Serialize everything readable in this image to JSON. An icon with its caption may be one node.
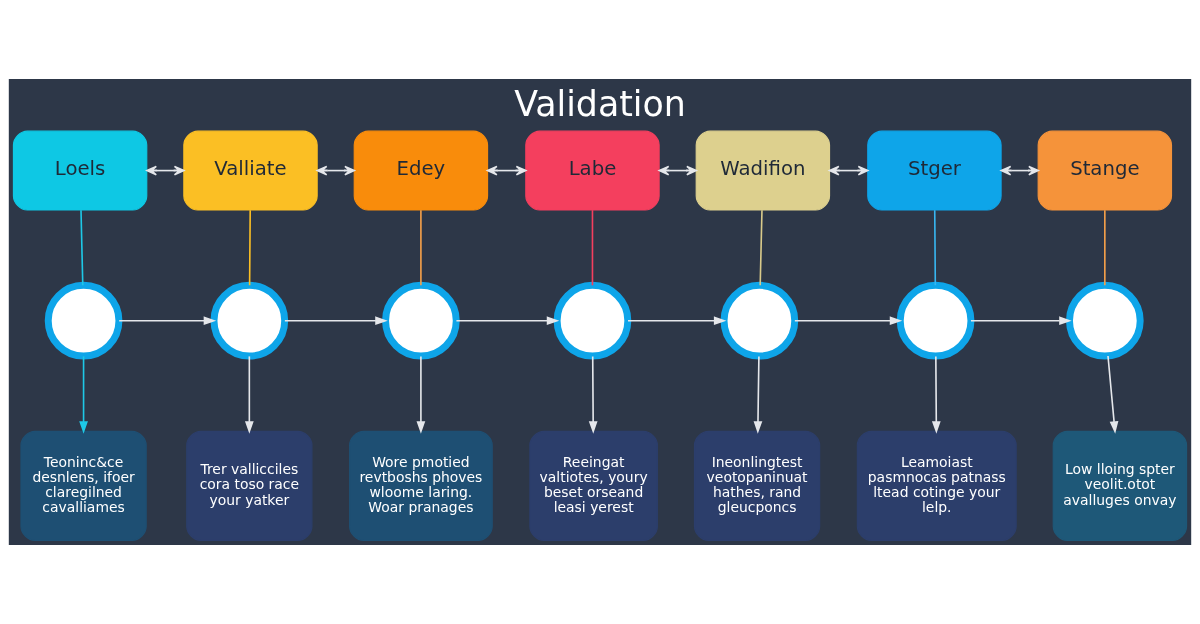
{
  "diagram": {
    "title": "Validation",
    "nodes": [
      {
        "text": [
          "Loels"
        ]
      },
      {
        "text": [
          "Valliate"
        ]
      },
      {
        "text": [
          "Edey"
        ]
      },
      {
        "text": [
          "Labe"
        ]
      },
      {
        "text": [
          "Wadifion"
        ]
      },
      {
        "text": [
          "Stger"
        ]
      },
      {
        "text": [
          "Stange"
        ]
      },
      {
        "text": [],
        "shape": "circle"
      },
      {
        "text": [],
        "shape": "circle"
      },
      {
        "text": [],
        "shape": "circle"
      },
      {
        "text": [],
        "shape": "circle"
      },
      {
        "text": [],
        "shape": "circle"
      },
      {
        "text": [],
        "shape": "circle"
      },
      {
        "text": [],
        "shape": "circle"
      },
      {
        "text": [
          "Teoninc&ce desnlens, ifoer claregilned cavalliames"
        ]
      },
      {
        "text": [
          "Trer vallicciles cora toso race your yatker"
        ]
      },
      {
        "text": [
          "Wore pmotied revtboshs phoves wloome laring. Woar pranages"
        ]
      },
      {
        "text": [
          "Reeingat valtiotes, youry beset orseand leasi yerest"
        ]
      },
      {
        "text": [
          "Ineonlingtest veotopaninuat hathes, rand gleucponcs"
        ]
      },
      {
        "text": [
          "Leamoiast pasmnocas patnass ltead cotinge your lelp."
        ]
      },
      {
        "text": [
          "Low lloing spter veolit.otot avalluges onvay"
        ]
      }
    ],
    "edges": [
      {
        "from": 0,
        "to": 1,
        "arrow": "both"
      },
      {
        "from": 1,
        "to": 2,
        "arrow": "both"
      },
      {
        "from": 2,
        "to": 3,
        "arrow": "both"
      },
      {
        "from": 3,
        "to": 4,
        "arrow": "both"
      },
      {
        "from": 4,
        "to": 5,
        "arrow": "both"
      },
      {
        "from": 5,
        "to": 6,
        "arrow": "both"
      },
      {
        "from": 0,
        "to": 7,
        "arrow": "none",
        "color": "#1ec8e6"
      },
      {
        "from": 1,
        "to": 8,
        "arrow": "none",
        "color": "#fbbf24"
      },
      {
        "from": 2,
        "to": 9,
        "arrow": "none",
        "color": "#f5a04a"
      },
      {
        "from": 3,
        "to": 10,
        "arrow": "none",
        "color": "#f43f5e"
      },
      {
        "from": 4,
        "to": 11,
        "arrow": "none",
        "color": "#d9ca8a"
      },
      {
        "from": 5,
        "to": 12,
        "arrow": "none",
        "color": "#38b6f0"
      },
      {
        "from": 6,
        "to": 13,
        "arrow": "none",
        "color": "#f5a04a"
      },
      {
        "from": 7,
        "to": 8,
        "arrow": "to"
      },
      {
        "from": 8,
        "to": 9,
        "arrow": "to"
      },
      {
        "from": 9,
        "to": 10,
        "arrow": "to"
      },
      {
        "from": 10,
        "to": 11,
        "arrow": "to"
      },
      {
        "from": 11,
        "to": 12,
        "arrow": "to"
      },
      {
        "from": 12,
        "to": 13,
        "arrow": "to"
      },
      {
        "from": 7,
        "to": 14,
        "arrow": "to",
        "color": "#1ec8e6"
      },
      {
        "from": 8,
        "to": 15,
        "arrow": "to"
      },
      {
        "from": 9,
        "to": 16,
        "arrow": "to"
      },
      {
        "from": 10,
        "to": 17,
        "arrow": "to"
      },
      {
        "from": 11,
        "to": 18,
        "arrow": "to"
      },
      {
        "from": 12,
        "to": 19,
        "arrow": "to"
      },
      {
        "from": 13,
        "to": 20,
        "arrow": "to"
      }
    ]
  }
}
